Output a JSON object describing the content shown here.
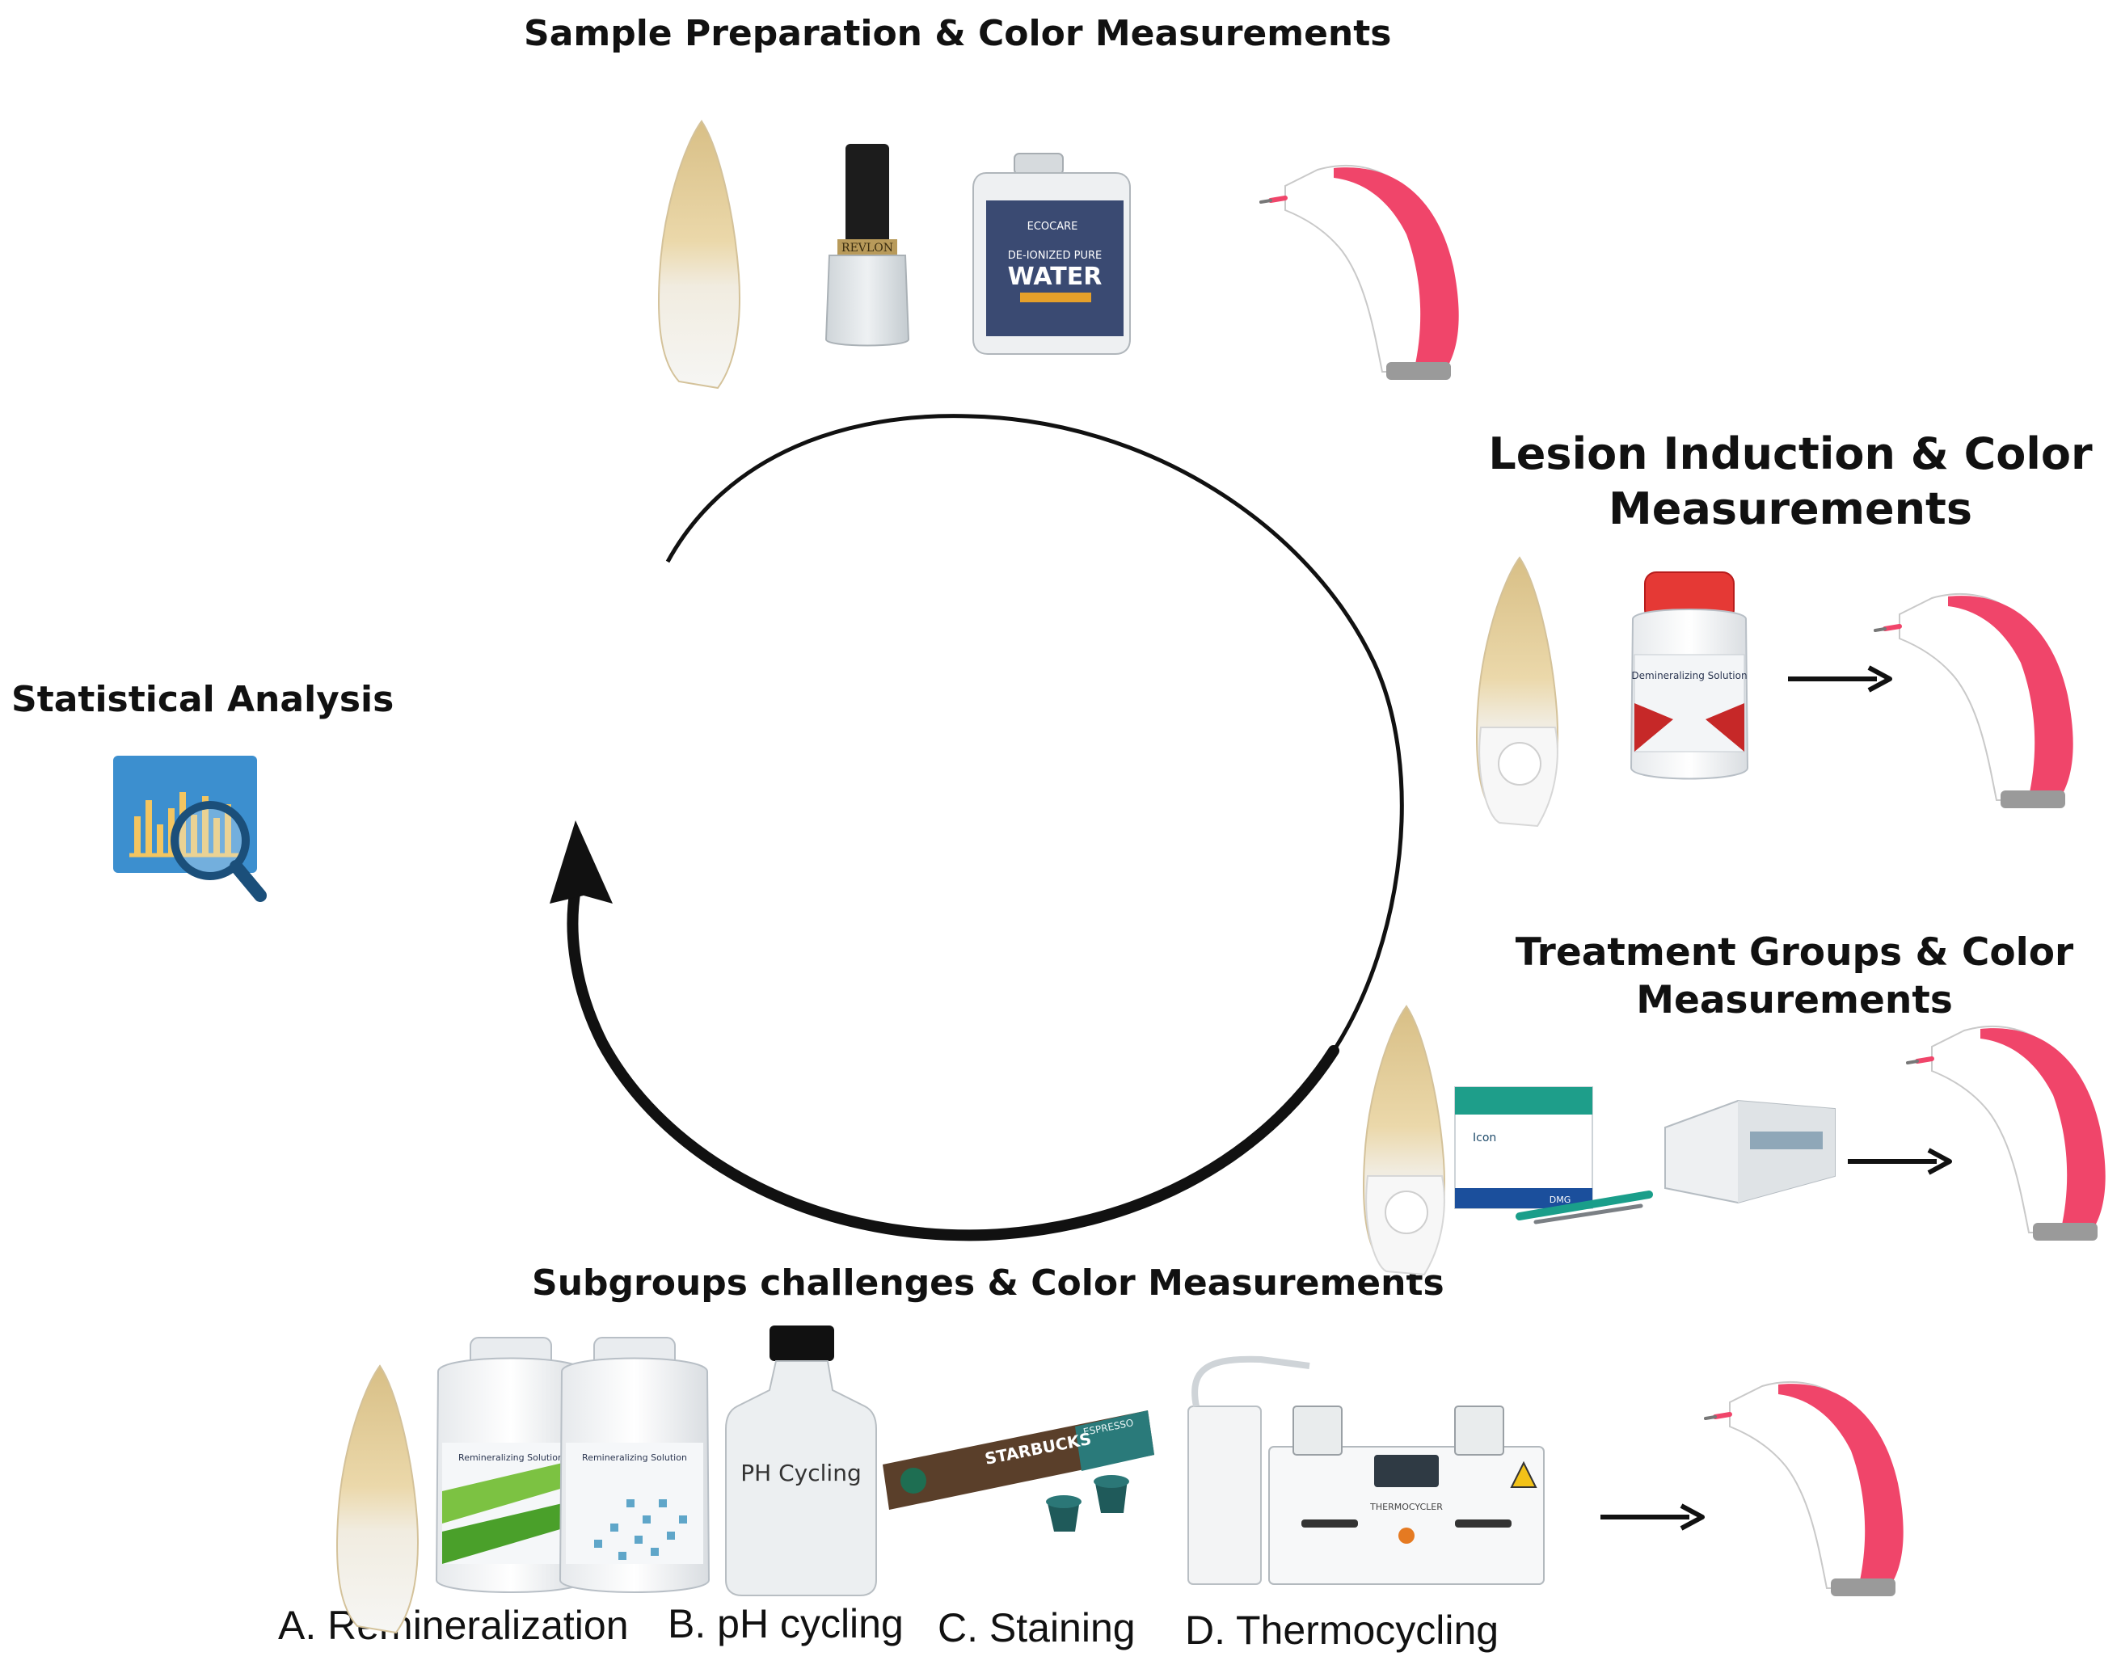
{
  "sections": {
    "sample_prep": {
      "title": "Sample Preparation  & Color Measurements"
    },
    "lesion": {
      "title_line1": "Lesion Induction & Color",
      "title_line2": "Measurements"
    },
    "treatment": {
      "title_line1": "Treatment Groups & Color",
      "title_line2": "Measurements"
    },
    "subgroups": {
      "title": "Subgroups challenges &  Color Measurements"
    },
    "statistics": {
      "title": "Statistical Analysis"
    }
  },
  "product_labels": {
    "water_brand": "ECOCARE",
    "water_sub": "DE-IONIZED PURE",
    "water_main": "WATER",
    "nail_brand": "REVLON",
    "bottle_text": "Demineralizing Solution",
    "reminer_text": "Remineralizing Solution",
    "icon_brand": "Icon",
    "dmg_brand": "DMG",
    "ph_bottle": "PH Cycling",
    "coffee_brand": "STARBUCKS",
    "coffee_sub": "ESPRESSO",
    "thermo_brand": "THERMOCYCLER"
  },
  "subgroup_labels": {
    "a": "A. Remineralization",
    "b": "B. pH cycling",
    "c": "C. Staining",
    "d": "D. Thermocycling"
  },
  "colors": {
    "spectro_pink": "#f0456a",
    "tooth_crown": "#f4f4f2",
    "tooth_root": "#e7d3a6",
    "water_label": "#3a4a72",
    "chart_bg": "#3c8fcf",
    "chart_bars": "#f3c560"
  }
}
